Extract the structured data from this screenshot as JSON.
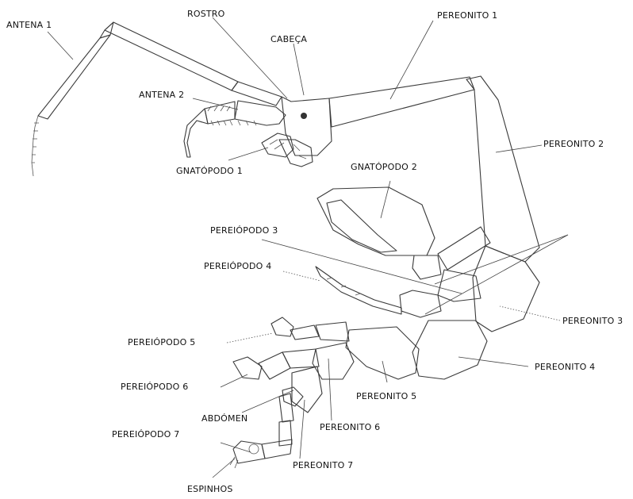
{
  "labels": {
    "antena1": "ANTENA 1",
    "rostro": "ROSTRO",
    "cabeca": "CABEÇA",
    "pereonito1": "PEREONITO 1",
    "antena2": "ANTENA 2",
    "pereonito2": "PEREONITO 2",
    "gnatopodo1": "GNATÓPODO 1",
    "gnatopodo2": "GNATÓPODO 2",
    "pereiopodo3": "PEREIÓPODO 3",
    "pereiopodo4": "PEREIÓPODO 4",
    "pereonito3": "PEREONITO 3",
    "pereiopodo5": "PEREIÓPODO 5",
    "pereonito4": "PEREONITO 4",
    "pereiopodo6": "PEREIÓPODO 6",
    "pereonito5": "PEREONITO 5",
    "abdomen": "ABDÓMEN",
    "pereonito6": "PEREONITO 6",
    "pereiopodo7": "PEREIÓPODO 7",
    "pereonito7": "PEREONITO 7",
    "espinhos": "ESPINHOS"
  },
  "colors": {
    "ink": "#3a3a3a",
    "background": "#ffffff"
  }
}
